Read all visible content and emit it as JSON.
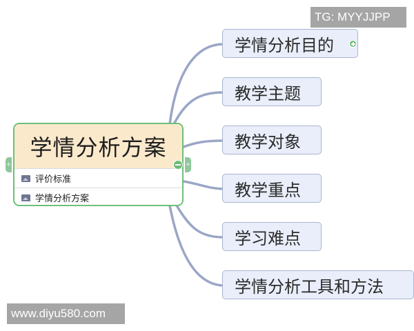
{
  "central_topic": {
    "title": "学情分析方案",
    "attachments": [
      {
        "icon": "image-icon",
        "label": "评价标准"
      },
      {
        "icon": "image-icon",
        "label": "学情分析方案"
      }
    ]
  },
  "subtopics": [
    {
      "label": "学情分析目的",
      "has_children": true
    },
    {
      "label": "教学主题"
    },
    {
      "label": "教学对象"
    },
    {
      "label": "教学重点"
    },
    {
      "label": "学习难点"
    },
    {
      "label": "学情分析工具和方法"
    }
  ],
  "colors": {
    "central_fill": "#fbe9cc",
    "central_border": "#6cc07a",
    "topic_fill": "#e9eefa",
    "topic_border": "#a9b4cf",
    "branch_line": "#9aa6c6"
  },
  "watermarks": {
    "top_right": "TG: MYYJJPP",
    "bottom_left": "www.diyu580.com"
  },
  "icons": {
    "collapse": "minus-circle-icon",
    "expand": "plus-circle-icon",
    "side_handle": "plus-handle-icon"
  }
}
